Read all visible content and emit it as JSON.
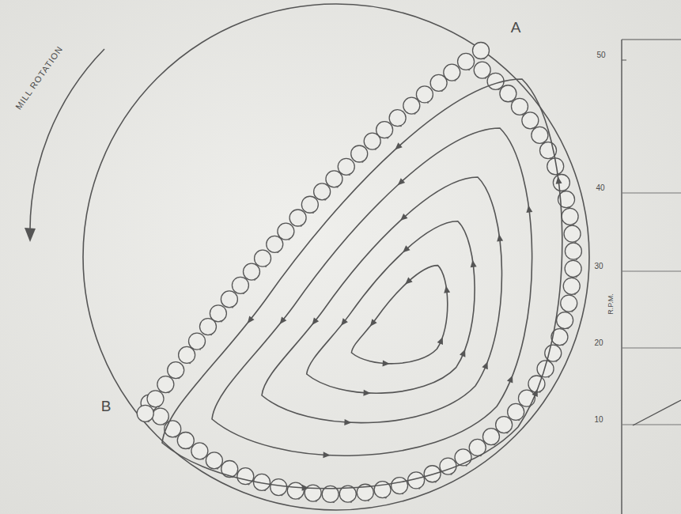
{
  "diagram": {
    "labels": [
      "MILL ROTATION",
      "A",
      "B",
      "50",
      "40",
      "30",
      "20",
      "10",
      "R.P.M."
    ]
  }
}
